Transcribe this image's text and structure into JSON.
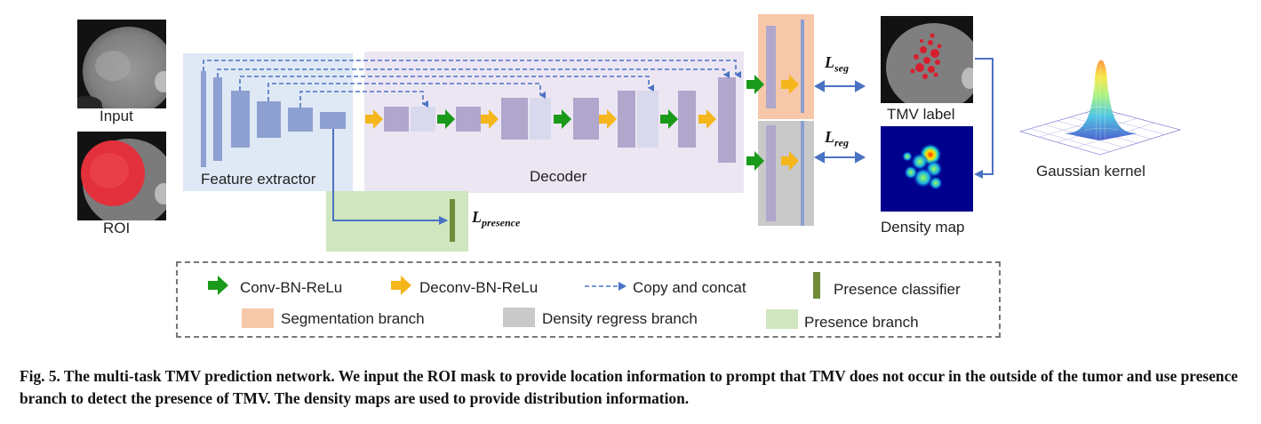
{
  "inputs": {
    "input_label": "Input",
    "roi_label": "ROI"
  },
  "regions": {
    "feature_extractor": "Feature extractor",
    "decoder": "Decoder"
  },
  "outputs": {
    "tmv_label": "TMV label",
    "density_map": "Density map",
    "gaussian_kernel": "Gaussian kernel"
  },
  "losses": {
    "seg_main": "L",
    "seg_sub": "seg",
    "reg_main": "L",
    "reg_sub": "reg",
    "presence_main": "L",
    "presence_sub": "presence"
  },
  "legend": {
    "conv": "Conv-BN-ReLu",
    "deconv": "Deconv-BN-ReLu",
    "copy": "Copy and concat",
    "presence_classifier": "Presence classifier",
    "seg_branch": "Segmentation branch",
    "density_branch": "Density regress branch",
    "presence_branch": "Presence branch"
  },
  "colors": {
    "feature_bg": "#dfe8f5",
    "decoder_bg": "#ece6f3",
    "seg_bg": "#f6c8a9",
    "reg_bg": "#c9c9c9",
    "presence_bg": "#cfe6bf",
    "conv_arrow": "#1a9a1a",
    "deconv_arrow": "#f5b61b",
    "block_blue": "#8e9fd1",
    "block_purple": "#b1a6cc",
    "copy_arrow": "#4a72c4",
    "classifier": "#6f8b3a"
  },
  "caption": "Fig. 5. The multi-task TMV prediction network. We input the ROI mask to provide location information to prompt that TMV does not occur in the outside of the tumor and use presence branch to detect the presence of TMV. The density maps are used to provide distribution information."
}
